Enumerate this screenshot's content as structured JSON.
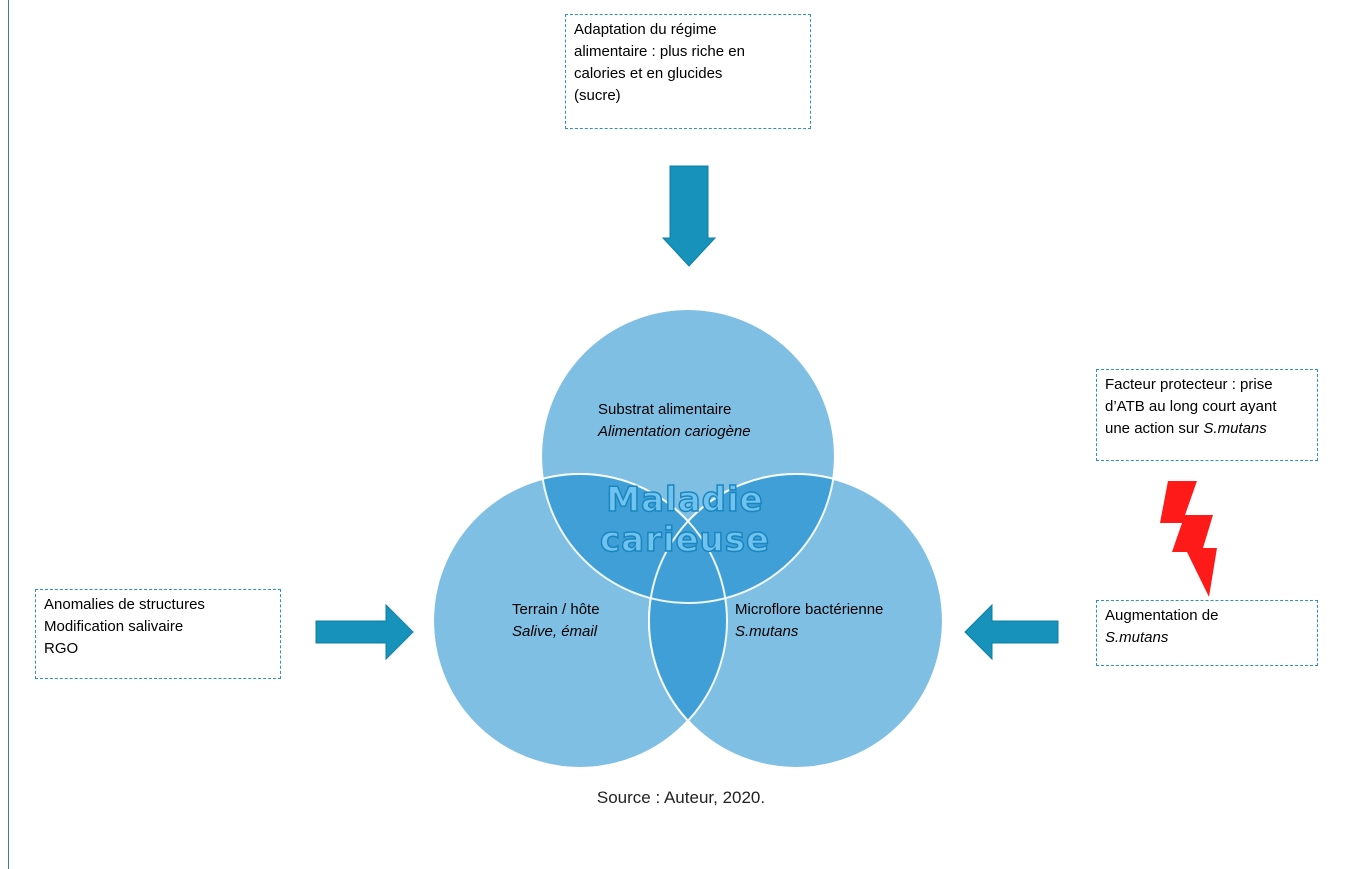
{
  "diet_box": {
    "line1": "Adaptation du régime",
    "line2": "alimentaire : plus riche en",
    "line3": "calories et en glucides",
    "line4": "(sucre)"
  },
  "protective_box": {
    "line1": "Facteur protecteur : prise",
    "line2": "d’ATB au long court ayant",
    "line3_prefix": "une action sur ",
    "line3_species": "S.mutans"
  },
  "structure_box": {
    "line1": "Anomalies de structures",
    "line2": "Modification salivaire",
    "line3": "RGO"
  },
  "augment_box": {
    "line1": "Augmentation de",
    "line2": "S.mutans"
  },
  "circles": {
    "substrat": {
      "title": "Substrat alimentaire",
      "subtitle": "Alimentation cariogène"
    },
    "terrain": {
      "title": "Terrain / hôte",
      "subtitle": "Salive, émail"
    },
    "microflore": {
      "title": "Microflore bactérienne",
      "subtitle": "S.mutans"
    }
  },
  "center": {
    "line1": "Maladie",
    "line2": "carieuse"
  },
  "source": "Source : Auteur, 2020.",
  "colors": {
    "circle_fill": "#7fbde3",
    "overlap_fill": "#3f9fd6",
    "arrow_fill": "#1692bb",
    "lightning_fill": "#ff1a1a",
    "box_border": "#2a93c4",
    "title_fill": "#6fc3ee",
    "title_stroke": "#1a86c0"
  }
}
